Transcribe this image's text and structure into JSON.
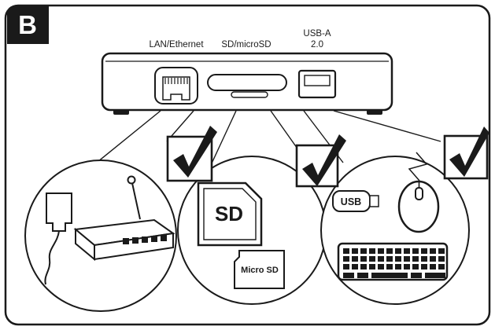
{
  "figure": {
    "step_label": "B",
    "colors": {
      "ink": "#1a1a1a",
      "background": "#ffffff"
    }
  },
  "device": {
    "ports": [
      {
        "id": "lan",
        "label": "LAN/Ethernet"
      },
      {
        "id": "sd",
        "label": "SD/microSD"
      },
      {
        "id": "usb",
        "label_line1": "USB-A",
        "label_line2": "2.0"
      }
    ]
  },
  "peripherals": {
    "sd_card_label": "SD",
    "micro_sd_label": "Micro SD",
    "usb_stick_label": "USB"
  },
  "checkmarks": {
    "count": 3,
    "symbol": "✓"
  }
}
